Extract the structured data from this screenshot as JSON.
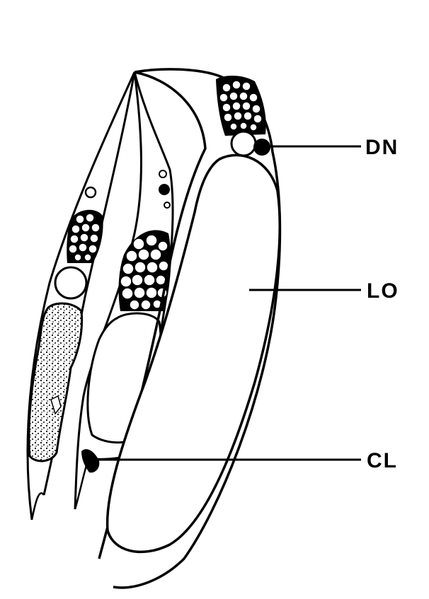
{
  "labels": {
    "dn": "DN",
    "lo": "LO",
    "cl": "CL"
  },
  "colors": {
    "ink": "#000000",
    "paper": "#ffffff"
  }
}
